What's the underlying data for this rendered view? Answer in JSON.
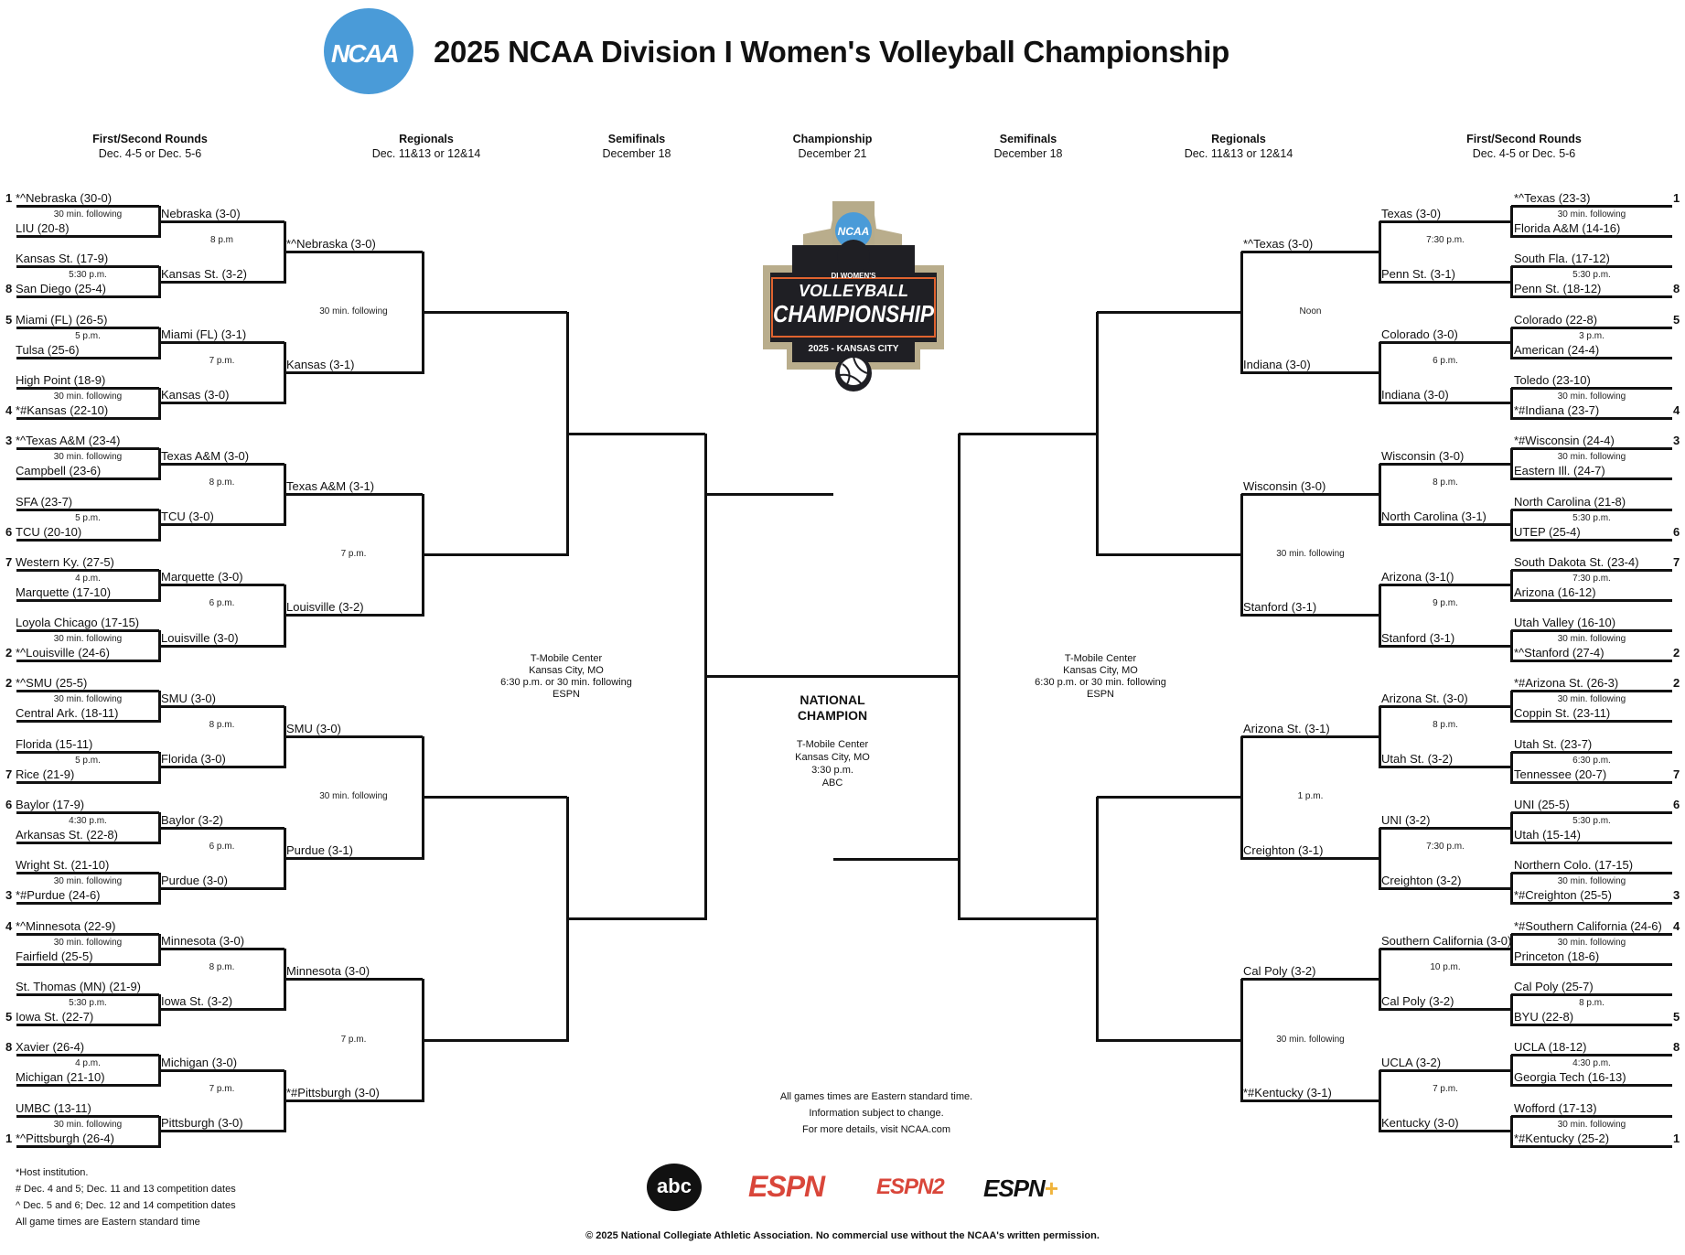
{
  "header": {
    "title": "2025 NCAA Division I Women's Volleyball Championship",
    "logo_text": "NCAA"
  },
  "columns": {
    "left_first_second": {
      "title": "First/Second Rounds",
      "dates": "Dec. 4-5 or Dec. 5-6"
    },
    "left_regionals": {
      "title": "Regionals",
      "dates": "Dec. 11&13 or 12&14"
    },
    "left_semifinals": {
      "title": "Semifinals",
      "dates": "December 18"
    },
    "championship": {
      "title": "Championship",
      "dates": "December 21"
    },
    "right_semifinals": {
      "title": "Semifinals",
      "dates": "December 18"
    },
    "right_regionals": {
      "title": "Regionals",
      "dates": "Dec. 11&13 or 12&14"
    },
    "right_first_second": {
      "title": "First/Second Rounds",
      "dates": "Dec. 4-5 or Dec. 5-6"
    }
  },
  "center_logo": {
    "line1": "DI WOMEN'S",
    "line2": "VOLLEYBALL",
    "line3": "CHAMPIONSHIP",
    "line4": "2025 - KANSAS CITY",
    "badge": "NCAA"
  },
  "left": {
    "first_round": [
      {
        "seed_top": "1",
        "top": "*^Nebraska (30-0)",
        "seed_bottom": "",
        "bottom": "LIU (20-8)",
        "time": "30 min. following"
      },
      {
        "seed_top": "",
        "top": "Kansas St. (17-9)",
        "seed_bottom": "8",
        "bottom": "San Diego (25-4)",
        "time": "5:30 p.m."
      },
      {
        "seed_top": "5",
        "top": "Miami (FL) (26-5)",
        "seed_bottom": "",
        "bottom": "Tulsa (25-6)",
        "time": "5 p.m."
      },
      {
        "seed_top": "",
        "top": "High Point (18-9)",
        "seed_bottom": "4",
        "bottom": "*#Kansas (22-10)",
        "time": "30 min. following"
      },
      {
        "seed_top": "3",
        "top": "*^Texas A&M (23-4)",
        "seed_bottom": "",
        "bottom": "Campbell (23-6)",
        "time": "30 min. following"
      },
      {
        "seed_top": "",
        "top": "SFA (23-7)",
        "seed_bottom": "6",
        "bottom": "TCU (20-10)",
        "time": "5 p.m."
      },
      {
        "seed_top": "7",
        "top": "Western Ky. (27-5)",
        "seed_bottom": "",
        "bottom": "Marquette (17-10)",
        "time": "4 p.m."
      },
      {
        "seed_top": "",
        "top": "Loyola Chicago (17-15)",
        "seed_bottom": "2",
        "bottom": "*^Louisville (24-6)",
        "time": "30 min. following"
      },
      {
        "seed_top": "2",
        "top": "*^SMU (25-5)",
        "seed_bottom": "",
        "bottom": "Central Ark. (18-11)",
        "time": "30 min. following"
      },
      {
        "seed_top": "",
        "top": "Florida (15-11)",
        "seed_bottom": "7",
        "bottom": "Rice (21-9)",
        "time": "5 p.m."
      },
      {
        "seed_top": "6",
        "top": "Baylor (17-9)",
        "seed_bottom": "",
        "bottom": "Arkansas St. (22-8)",
        "time": "4:30 p.m."
      },
      {
        "seed_top": "",
        "top": "Wright St. (21-10)",
        "seed_bottom": "3",
        "bottom": "*#Purdue (24-6)",
        "time": "30 min. following"
      },
      {
        "seed_top": "4",
        "top": "*^Minnesota (22-9)",
        "seed_bottom": "",
        "bottom": "Fairfield (25-5)",
        "time": "30 min. following"
      },
      {
        "seed_top": "",
        "top": "St. Thomas (MN) (21-9)",
        "seed_bottom": "5",
        "bottom": "Iowa St. (22-7)",
        "time": "5:30 p.m."
      },
      {
        "seed_top": "8",
        "top": "Xavier (26-4)",
        "seed_bottom": "",
        "bottom": "Michigan (21-10)",
        "time": "4 p.m."
      },
      {
        "seed_top": "",
        "top": "UMBC (13-11)",
        "seed_bottom": "1",
        "bottom": "*^Pittsburgh (26-4)",
        "time": "30 min. following"
      }
    ],
    "second_round": [
      "Nebraska (3-0)",
      "Kansas St. (3-2)",
      "Miami (FL) (3-1)",
      "Kansas (3-0)",
      "Texas A&M (3-0)",
      "TCU (3-0)",
      "Marquette (3-0)",
      "Louisville (3-0)",
      "SMU (3-0)",
      "Florida (3-0)",
      "Baylor (3-2)",
      "Purdue (3-0)",
      "Minnesota (3-0)",
      "Iowa St. (3-2)",
      "Michigan (3-0)",
      "Pittsburgh (3-0)"
    ],
    "second_round_times": [
      "8 p.m",
      "7 p.m.",
      "8 p.m.",
      "6 p.m.",
      "8 p.m.",
      "6 p.m.",
      "8 p.m.",
      "7 p.m."
    ],
    "regional_semis": [
      "*^Nebraska (3-0)",
      "Kansas (3-1)",
      "Texas A&M (3-1)",
      "Louisville (3-2)",
      "SMU (3-0)",
      "Purdue (3-1)",
      "Minnesota (3-0)",
      "*#Pittsburgh (3-0)"
    ],
    "regional_semi_times": [
      "30 min. following",
      "7 p.m.",
      "30 min. following",
      "7 p.m."
    ],
    "regional_finals": [
      "",
      "",
      "",
      ""
    ],
    "semifinals": [
      "",
      ""
    ],
    "semifinal_venue": [
      "T-Mobile Center",
      "Kansas City, MO",
      "6:30 p.m. or 30 min. following",
      "ESPN"
    ]
  },
  "right": {
    "first_round": [
      {
        "seed_top": "1",
        "top": "*^Texas (23-3)",
        "seed_bottom": "",
        "bottom": "Florida A&M (14-16)",
        "time": "30 min. following"
      },
      {
        "seed_top": "",
        "top": "South Fla. (17-12)",
        "seed_bottom": "8",
        "bottom": "Penn St. (18-12)",
        "time": "5:30 p.m."
      },
      {
        "seed_top": "5",
        "top": "Colorado (22-8)",
        "seed_bottom": "",
        "bottom": "American (24-4)",
        "time": "3 p.m."
      },
      {
        "seed_top": "",
        "top": "Toledo (23-10)",
        "seed_bottom": "4",
        "bottom": "*#Indiana (23-7)",
        "time": "30 min. following"
      },
      {
        "seed_top": "3",
        "top": "*#Wisconsin (24-4)",
        "seed_bottom": "",
        "bottom": "Eastern Ill. (24-7)",
        "time": "30 min. following"
      },
      {
        "seed_top": "",
        "top": "North Carolina (21-8)",
        "seed_bottom": "6",
        "bottom": "UTEP (25-4)",
        "time": "5:30 p.m."
      },
      {
        "seed_top": "7",
        "top": "South Dakota St. (23-4)",
        "seed_bottom": "",
        "bottom": "Arizona (16-12)",
        "time": "7:30 p.m."
      },
      {
        "seed_top": "",
        "top": "Utah Valley (16-10)",
        "seed_bottom": "2",
        "bottom": "*^Stanford (27-4)",
        "time": "30 min. following"
      },
      {
        "seed_top": "2",
        "top": "*#Arizona St. (26-3)",
        "seed_bottom": "",
        "bottom": "Coppin St. (23-11)",
        "time": "30 min. following"
      },
      {
        "seed_top": "",
        "top": "Utah St. (23-7)",
        "seed_bottom": "7",
        "bottom": "Tennessee (20-7)",
        "time": "6:30 p.m."
      },
      {
        "seed_top": "6",
        "top": "UNI (25-5)",
        "seed_bottom": "",
        "bottom": "Utah (15-14)",
        "time": "5:30 p.m."
      },
      {
        "seed_top": "",
        "top": "Northern Colo. (17-15)",
        "seed_bottom": "3",
        "bottom": "*#Creighton (25-5)",
        "time": "30 min. following"
      },
      {
        "seed_top": "4",
        "top": "*#Southern California (24-6)",
        "seed_bottom": "",
        "bottom": "Princeton (18-6)",
        "time": "30 min. following"
      },
      {
        "seed_top": "",
        "top": "Cal Poly (25-7)",
        "seed_bottom": "5",
        "bottom": "BYU (22-8)",
        "time": "8 p.m."
      },
      {
        "seed_top": "8",
        "top": "UCLA (18-12)",
        "seed_bottom": "",
        "bottom": "Georgia Tech (16-13)",
        "time": "4:30 p.m."
      },
      {
        "seed_top": "",
        "top": "Wofford (17-13)",
        "seed_bottom": "1",
        "bottom": "*#Kentucky (25-2)",
        "time": "30 min. following"
      }
    ],
    "second_round": [
      "Texas (3-0)",
      "Penn St. (3-1)",
      "Colorado (3-0)",
      "Indiana (3-0)",
      "Wisconsin (3-0)",
      "North Carolina (3-1)",
      "Arizona (3-1()",
      "Stanford (3-1)",
      "Arizona St. (3-0)",
      "Utah St. (3-2)",
      "UNI (3-2)",
      "Creighton (3-2)",
      "Southern California (3-0)",
      "Cal Poly (3-2)",
      "UCLA (3-2)",
      "Kentucky (3-0)"
    ],
    "second_round_times": [
      "7:30 p.m.",
      "6 p.m.",
      "8 p.m.",
      "9 p.m.",
      "8 p.m.",
      "7:30 p.m.",
      "10 p.m.",
      "7 p.m."
    ],
    "regional_semis": [
      "*^Texas (3-0)",
      "Indiana (3-0)",
      "Wisconsin (3-0)",
      "Stanford (3-1)",
      "Arizona St. (3-1)",
      "Creighton (3-1)",
      "Cal Poly (3-2)",
      "*#Kentucky (3-1)"
    ],
    "regional_semi_times": [
      "Noon",
      "30 min. following",
      "1 p.m.",
      "30 min. following"
    ],
    "regional_finals": [
      "",
      "",
      "",
      ""
    ],
    "semifinals": [
      "",
      ""
    ],
    "semifinal_venue": [
      "T-Mobile Center",
      "Kansas City, MO",
      "6:30 p.m. or 30 min. following",
      "ESPN"
    ]
  },
  "championship": {
    "label_line1": "NATIONAL",
    "label_line2": "CHAMPION",
    "venue": [
      "T-Mobile Center",
      "Kansas City, MO",
      "3:30 p.m.",
      "ABC"
    ]
  },
  "notes": [
    "All games times are Eastern standard time.",
    "Information subject to change.",
    "For more details, visit NCAA.com"
  ],
  "legend": [
    "*Host institution.",
    "# Dec. 4 and 5; Dec. 11 and 13 competition dates",
    "^ Dec. 5 and 6; Dec. 12 and 14 competition dates",
    "All game times are Eastern standard time"
  ],
  "broadcasters": {
    "abc": "abc",
    "espn": "ESPN",
    "espn2": "ESPN2",
    "espn_plus": "ESPN",
    "plus": "+"
  },
  "copyright": "© 2025 National Collegiate Athletic Association.  No commercial use without the NCAA's written permission.",
  "colors": {
    "ncaa_blue": "#4a9bd8",
    "espn_red": "#d9463a",
    "espn_plus_gold": "#f0b43c",
    "line": "#111111"
  }
}
